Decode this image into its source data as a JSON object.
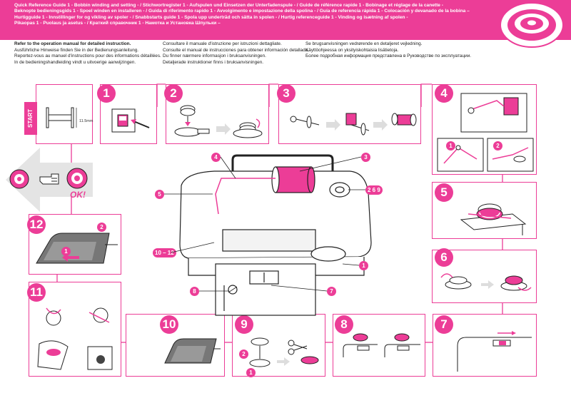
{
  "header": {
    "lines": [
      "Quick Reference Guide 1 - Bobbin winding and setting - / Stichwortregister 1 - Aufspulen und Einsetzen der Unterfadenspule - / Guide de référence rapide 1 - Bobinage et réglage de la canette -",
      "Beknopte bedieningsgids 1 - Spoel winden en installeren - / Guida di riferimento rapido 1 - Avvolgimento e impostazione della spolina - / Guía de referencia rápida 1 - Colocación y devanado de la bobina –",
      "Hurtigguide 1 - Innstillinger for og vikling av spoler - / Snabbstarts guide 1 - Spola upp undertråd och sätta in spolen - / Hurtig referenceguide 1 - Vinding og isætning af spolen -",
      "Pikaopas 1 - Puolaus ja asetus - / Краткий справочник 1 - Намотка и Установка Шпульки –"
    ]
  },
  "intro": {
    "col1": [
      "Refer to the operation manual for detailed instruction.",
      "Ausführliche Hinweise finden Sie in der Bedienungsanleitung.",
      "Reportez-vous au manuel d'instructions pour des informations détaillées.",
      "In de bedieningshandleiding vindt u uitvoerige aanwijzingen."
    ],
    "col2": [
      "Consultare il manuale d'istruzione per istruzioni dettagliate.",
      "Consulte el manual de instrucciones para obtener información detallada.",
      "Du finner nærmere informasjon i bruksanvisningen.",
      "Detaljerade instruktioner finns i bruksanvisningen."
    ],
    "col3": [
      "Se brugsanvisningen vedrørende en detaljeret vejledning.",
      "Käyttöohjeessa on yksityiskohtaisia lisätietoja.",
      "Более подробная информация представлена в Руководстве по эксплуатации."
    ]
  },
  "start_label": "START",
  "measure_label": "11.5mm",
  "ok_label": "OK!",
  "steps": [
    "1",
    "2",
    "3",
    "4",
    "5",
    "6",
    "7",
    "8",
    "9",
    "10",
    "11",
    "12"
  ],
  "callouts": {
    "c4": "4",
    "c3": "3",
    "c5": "5",
    "c269": "2 6 9",
    "c10_12": "10 – 12",
    "c1": "1",
    "c8": "8",
    "c7": "7",
    "s9_a": "2",
    "s9_b": "1",
    "s12_a": "2",
    "s12_b": "1",
    "s4_a": "1",
    "s4_b": "2"
  },
  "colors": {
    "accent": "#ec3d97",
    "line": "#222222"
  }
}
